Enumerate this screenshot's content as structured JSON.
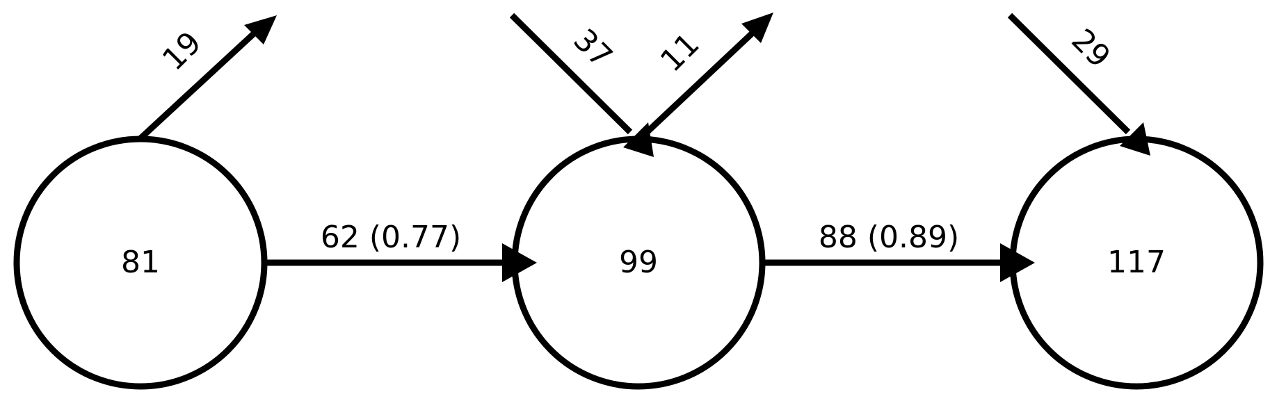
{
  "diagram": {
    "nodes": [
      {
        "id": "n1",
        "label": "81"
      },
      {
        "id": "n2",
        "label": "99"
      },
      {
        "id": "n3",
        "label": "117"
      }
    ],
    "edges": [
      {
        "id": "e12",
        "from": "81",
        "to": "99",
        "label": "62 (0.77)"
      },
      {
        "id": "e23",
        "from": "99",
        "to": "117",
        "label": "88 (0.89)"
      },
      {
        "id": "out1",
        "from": "81",
        "to": "",
        "label": "19"
      },
      {
        "id": "in2",
        "from": "",
        "to": "99",
        "label": "37"
      },
      {
        "id": "out2",
        "from": "99",
        "to": "",
        "label": "11"
      },
      {
        "id": "in3",
        "from": "",
        "to": "117",
        "label": "29"
      }
    ]
  }
}
